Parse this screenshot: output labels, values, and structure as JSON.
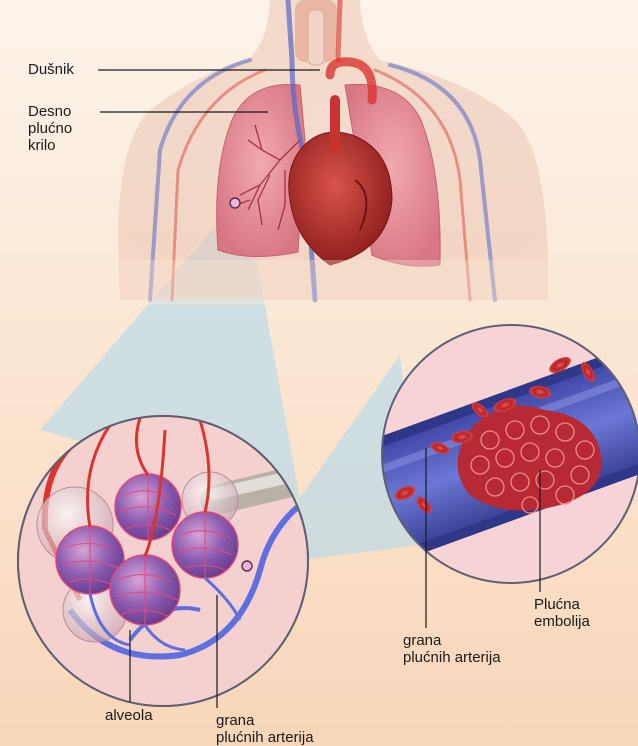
{
  "labels": {
    "trachea": "Dušnik",
    "right_lung": "Desno\nplućno\nkrilo",
    "alveola": "alveola",
    "artery_branch_left": "grana\nplućnih arterija",
    "pulmonary_embolism": "Plućna\nembolija",
    "artery_branch_right": "grana\nplućnih arterija"
  },
  "colors": {
    "background_top": "#fdf3ea",
    "background_bottom": "#f8d6b8",
    "lung": "#e48a95",
    "artery_red": "#d9352f",
    "vein_blue": "#5567c8",
    "blood_cell": "#c0262d",
    "zoom_beam": "#a9d9f0"
  },
  "icons": [
    "torso-illustration",
    "heart-icon",
    "alveoli-cluster",
    "blood-vessel-cross-section",
    "blood-clot"
  ]
}
